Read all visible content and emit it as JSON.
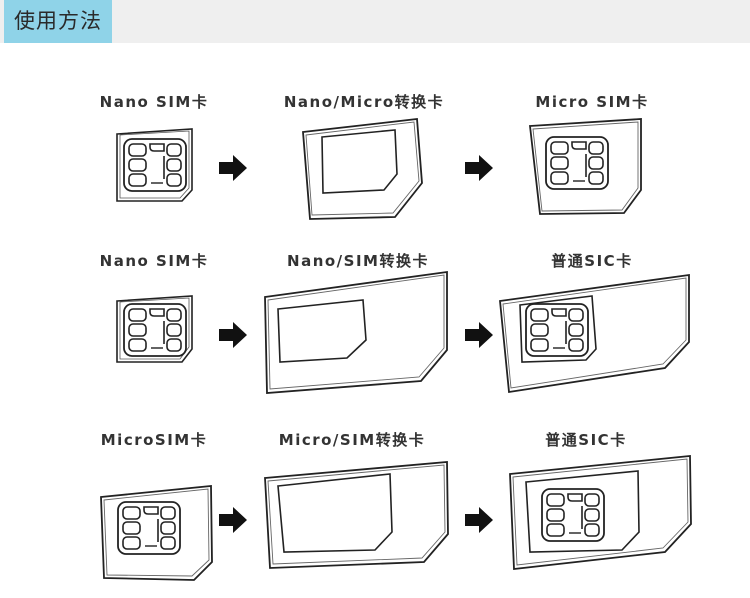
{
  "header": {
    "title": "使用方法",
    "accent_color": "#8fd3e8",
    "bar_color": "#efefef"
  },
  "rows": [
    {
      "labels": [
        "Nano SIM卡",
        "Nano/Micro转换卡",
        "Micro SIM卡"
      ]
    },
    {
      "labels": [
        "Nano SIM卡",
        "Nano/SIM转换卡",
        "普通SIC卡"
      ]
    },
    {
      "labels": [
        "MicroSIM卡",
        "Micro/SIM转换卡",
        "普通SIC卡"
      ]
    }
  ],
  "icons": {
    "arrow": "right-arrow-icon"
  }
}
